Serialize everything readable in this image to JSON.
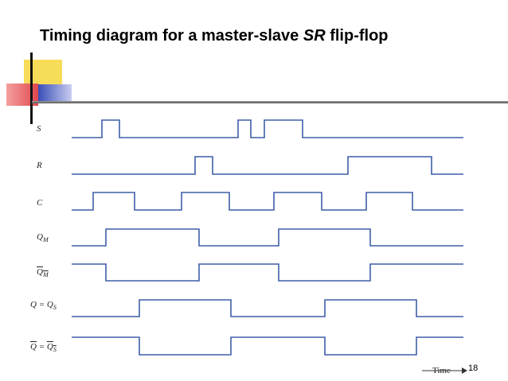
{
  "title_main": "Timing diagram for a master-slave ",
  "title_emph": "SR",
  "title_tail": " flip-flop",
  "signals": [
    {
      "label": "S",
      "sub": "",
      "overline": false,
      "prefix": ""
    },
    {
      "label": "R",
      "sub": "",
      "overline": false,
      "prefix": ""
    },
    {
      "label": "C",
      "sub": "",
      "overline": false,
      "prefix": ""
    },
    {
      "label": "Q",
      "sub": "M",
      "overline": false,
      "prefix": ""
    },
    {
      "label": "Q",
      "sub": "M",
      "overline": true,
      "prefix": ""
    },
    {
      "label": "Q",
      "sub": "S",
      "overline": false,
      "prefix": "Q = "
    },
    {
      "label": "Q",
      "sub": "S",
      "overline": true,
      "prefix": "Q = "
    }
  ],
  "time_label": "Time",
  "page_number": "18",
  "colors": {
    "wave": "#3f5fa8",
    "deco_yellow": "#f5d547",
    "deco_red": "#e0474c",
    "deco_blue": "#3a4fb8"
  }
}
